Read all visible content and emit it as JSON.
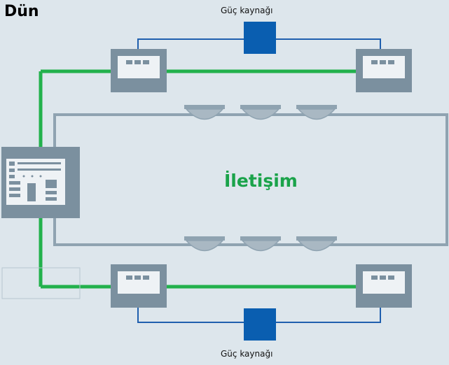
{
  "title": "Dün",
  "power_supply_top": "Güç kaynağı",
  "power_supply_bottom": "Güç kaynağı",
  "center_label": "İletişim",
  "colors": {
    "background": "#dde6ec",
    "green_line": "#22b14c",
    "blue_line": "#1f5fae",
    "psu": "#0a5eb0",
    "device_frame": "#7b909f",
    "device_screen": "#eef2f5",
    "gray_loop": "#8fa3b1",
    "camera": "#a9b8c3",
    "label_green": "#1aa34a"
  },
  "icons": [
    "hmi-panel-icon",
    "network-device-icon",
    "power-supply-icon",
    "dome-camera-icon"
  ]
}
